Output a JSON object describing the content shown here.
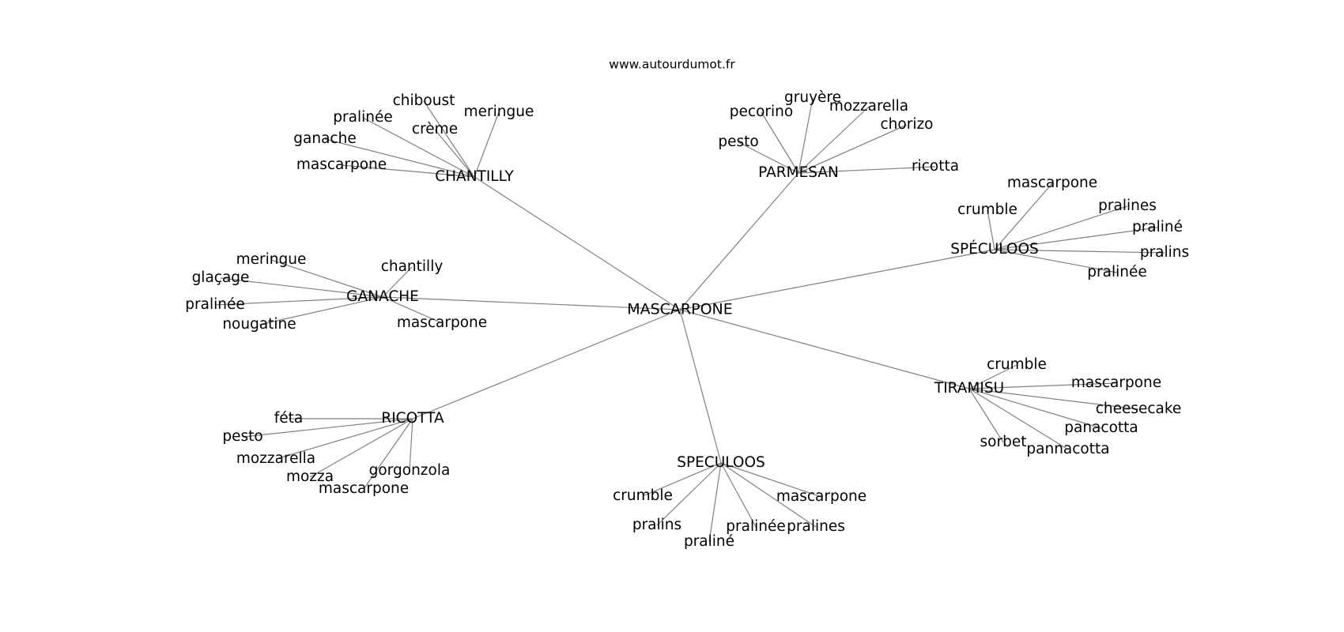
{
  "site_label": "www.autourdumot.fr",
  "center": "MASCARPONE",
  "hubs": [
    {
      "key": "chantilly",
      "label": "CHANTILLY",
      "leaves": [
        "chiboust",
        "pralinée",
        "crème",
        "meringue",
        "ganache",
        "mascarpone"
      ]
    },
    {
      "key": "parmesan",
      "label": "PARMESAN",
      "leaves": [
        "gruyère",
        "pecorino",
        "mozzarella",
        "chorizo",
        "pesto",
        "ricotta"
      ]
    },
    {
      "key": "speculoos-accent",
      "label": "SPÉCULOOS",
      "leaves": [
        "mascarpone",
        "crumble",
        "pralines",
        "praliné",
        "pralins",
        "pralinée"
      ]
    },
    {
      "key": "ganache",
      "label": "GANACHE",
      "leaves": [
        "meringue",
        "chantilly",
        "glaçage",
        "pralinée",
        "nougatine",
        "mascarpone"
      ]
    },
    {
      "key": "tiramisu",
      "label": "TIRAMISU",
      "leaves": [
        "crumble",
        "mascarpone",
        "cheesecake",
        "panacotta",
        "sorbet",
        "pannacotta"
      ]
    },
    {
      "key": "ricotta",
      "label": "RICOTTA",
      "leaves": [
        "féta",
        "pesto",
        "mozzarella",
        "mozza",
        "gorgonzola",
        "mascarpone"
      ]
    },
    {
      "key": "speculoos",
      "label": "SPECULOOS",
      "leaves": [
        "crumble",
        "mascarpone",
        "pralins",
        "pralinée",
        "pralines",
        "praliné"
      ]
    }
  ]
}
